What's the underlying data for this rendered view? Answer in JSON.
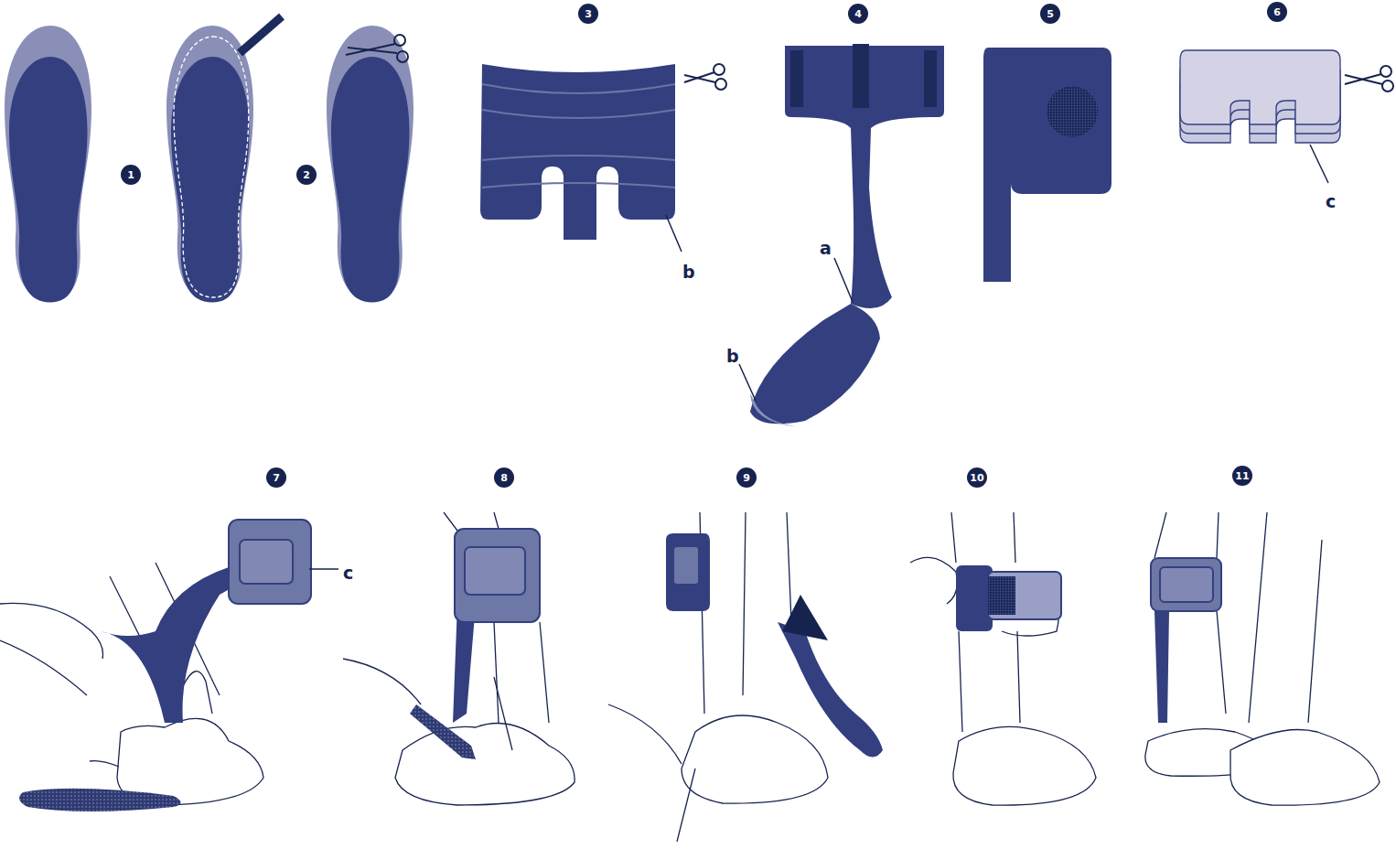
{
  "diagram": {
    "nodes": [
      {
        "text": [
          "1"
        ]
      },
      {
        "text": [
          "2"
        ]
      },
      {
        "text": [
          "3"
        ]
      },
      {
        "text": [
          "4"
        ]
      },
      {
        "text": [
          "5"
        ]
      },
      {
        "text": [
          "6"
        ]
      },
      {
        "text": [
          "7"
        ]
      },
      {
        "text": [
          "8"
        ]
      },
      {
        "text": [
          "9"
        ]
      },
      {
        "text": [
          "10"
        ]
      },
      {
        "text": [
          "11"
        ]
      }
    ],
    "labels": [
      "b",
      "a",
      "b",
      "c",
      "c"
    ]
  }
}
